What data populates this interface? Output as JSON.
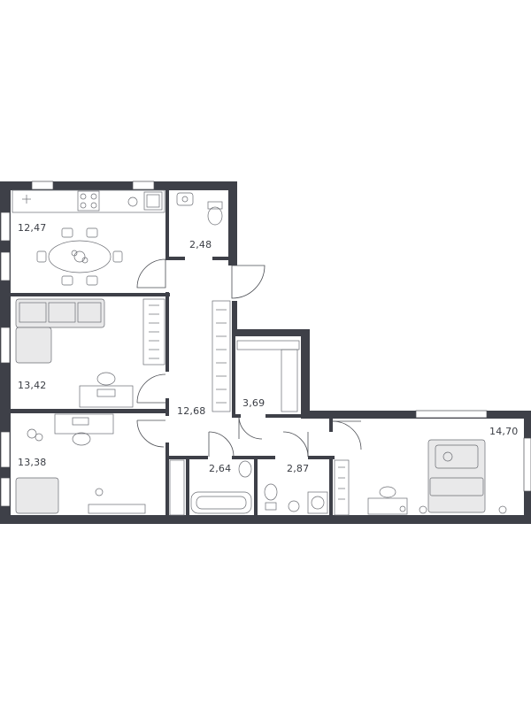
{
  "rooms": [
    {
      "id": "kitchen",
      "area": "12,47"
    },
    {
      "id": "wc",
      "area": "2,48"
    },
    {
      "id": "living",
      "area": "13,42"
    },
    {
      "id": "hall",
      "area": "12,68"
    },
    {
      "id": "wardrobe",
      "area": "3,69"
    },
    {
      "id": "bedroom",
      "area": "14,70"
    },
    {
      "id": "child-room",
      "area": "13,38"
    },
    {
      "id": "bathroom-1",
      "area": "2,64"
    },
    {
      "id": "bathroom-2",
      "area": "2,87"
    }
  ],
  "colors": {
    "wall": "#3e4048",
    "line": "#4a4c52",
    "furniture": "#6a6c72",
    "label": "#3a3d44"
  }
}
